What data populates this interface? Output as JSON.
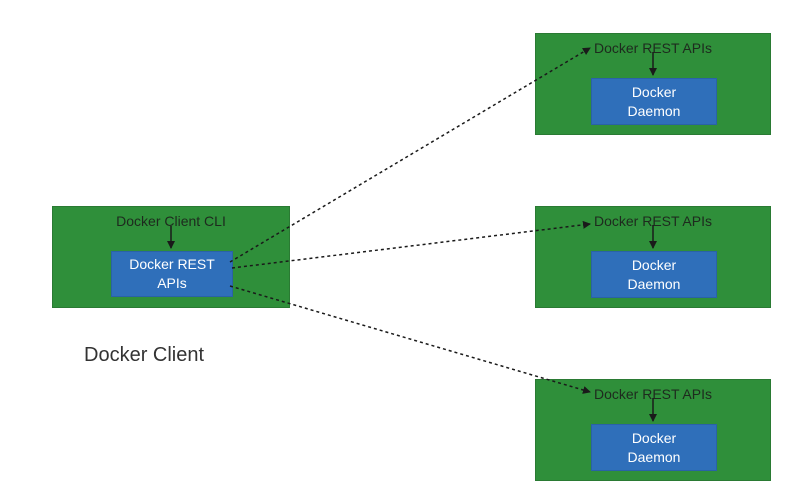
{
  "client": {
    "box_title": "Docker Client CLI",
    "inner_line1": "Docker REST",
    "inner_line2": "APIs",
    "caption": "Docker Client"
  },
  "hosts": [
    {
      "title": "Docker REST APIs",
      "inner_line1": "Docker",
      "inner_line2": "Daemon"
    },
    {
      "title": "Docker REST APIs",
      "inner_line1": "Docker",
      "inner_line2": "Daemon"
    },
    {
      "title": "Docker REST APIs",
      "inner_line1": "Docker",
      "inner_line2": "Daemon"
    }
  ],
  "colors": {
    "box_green": "#2f8f3a",
    "inner_blue": "#2f6fba",
    "arrow": "#1a1a1a"
  }
}
